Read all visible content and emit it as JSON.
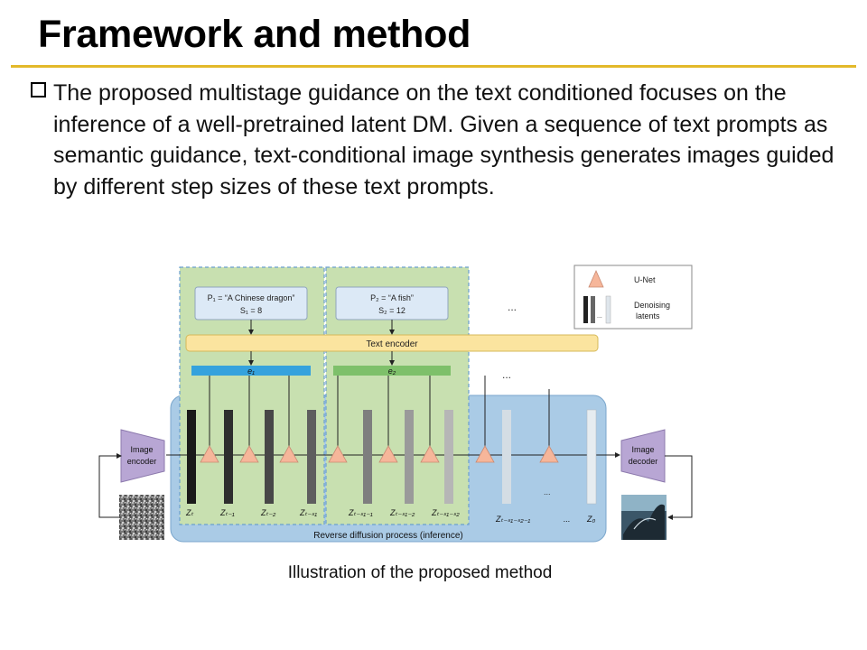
{
  "slide": {
    "title": "Framework and method",
    "bullet": "The proposed multistage guidance on the text conditioned focuses on the inference of a well-pretrained latent DM. Given a sequence of text prompts as semantic guidance, text-conditional image synthesis generates images guided by different step sizes of these text prompts.",
    "caption": "Illustration of the proposed method"
  },
  "diagram": {
    "prompt1": {
      "line1": "P₁ = “A Chinese dragon”",
      "line2": "S₁ = 8"
    },
    "prompt2": {
      "line1": "P₂ = “A fish”",
      "line2": "S₂ = 12"
    },
    "ellipsis": "...",
    "text_encoder": "Text encoder",
    "embed1": "e₁",
    "embed2": "e₂",
    "legend": {
      "unet": "U-Net",
      "latents_line1": "Denoising",
      "latents_line2": "latents",
      "dots": "..."
    },
    "image_encoder": {
      "line1": "Image",
      "line2": "encoder"
    },
    "image_decoder": {
      "line1": "Image",
      "line2": "decoder"
    },
    "latent_labels": [
      "Zₜ",
      "Zₜ₋₁",
      "Zₜ₋₂",
      "Zₜ₋ₛ₁",
      "Zₜ₋ₛ₁₋₁",
      "Zₜ₋ₛ₁₋₂",
      "Zₜ₋ₛ₁₋ₛ₂",
      "Zₜ₋ₛ₁₋ₛ₂₋₁",
      "...",
      "Z₀"
    ],
    "reverse_process": "Reverse diffusion process (inference)",
    "colors": {
      "green_region": "#c8e0b0",
      "blue_region": "#aacbe6",
      "encoder_bar": "#fbe49f",
      "embed_blue": "#35a2dd",
      "embed_green": "#7ec06a",
      "unet": "#f6b69a",
      "module": "#b8a6d4"
    }
  }
}
